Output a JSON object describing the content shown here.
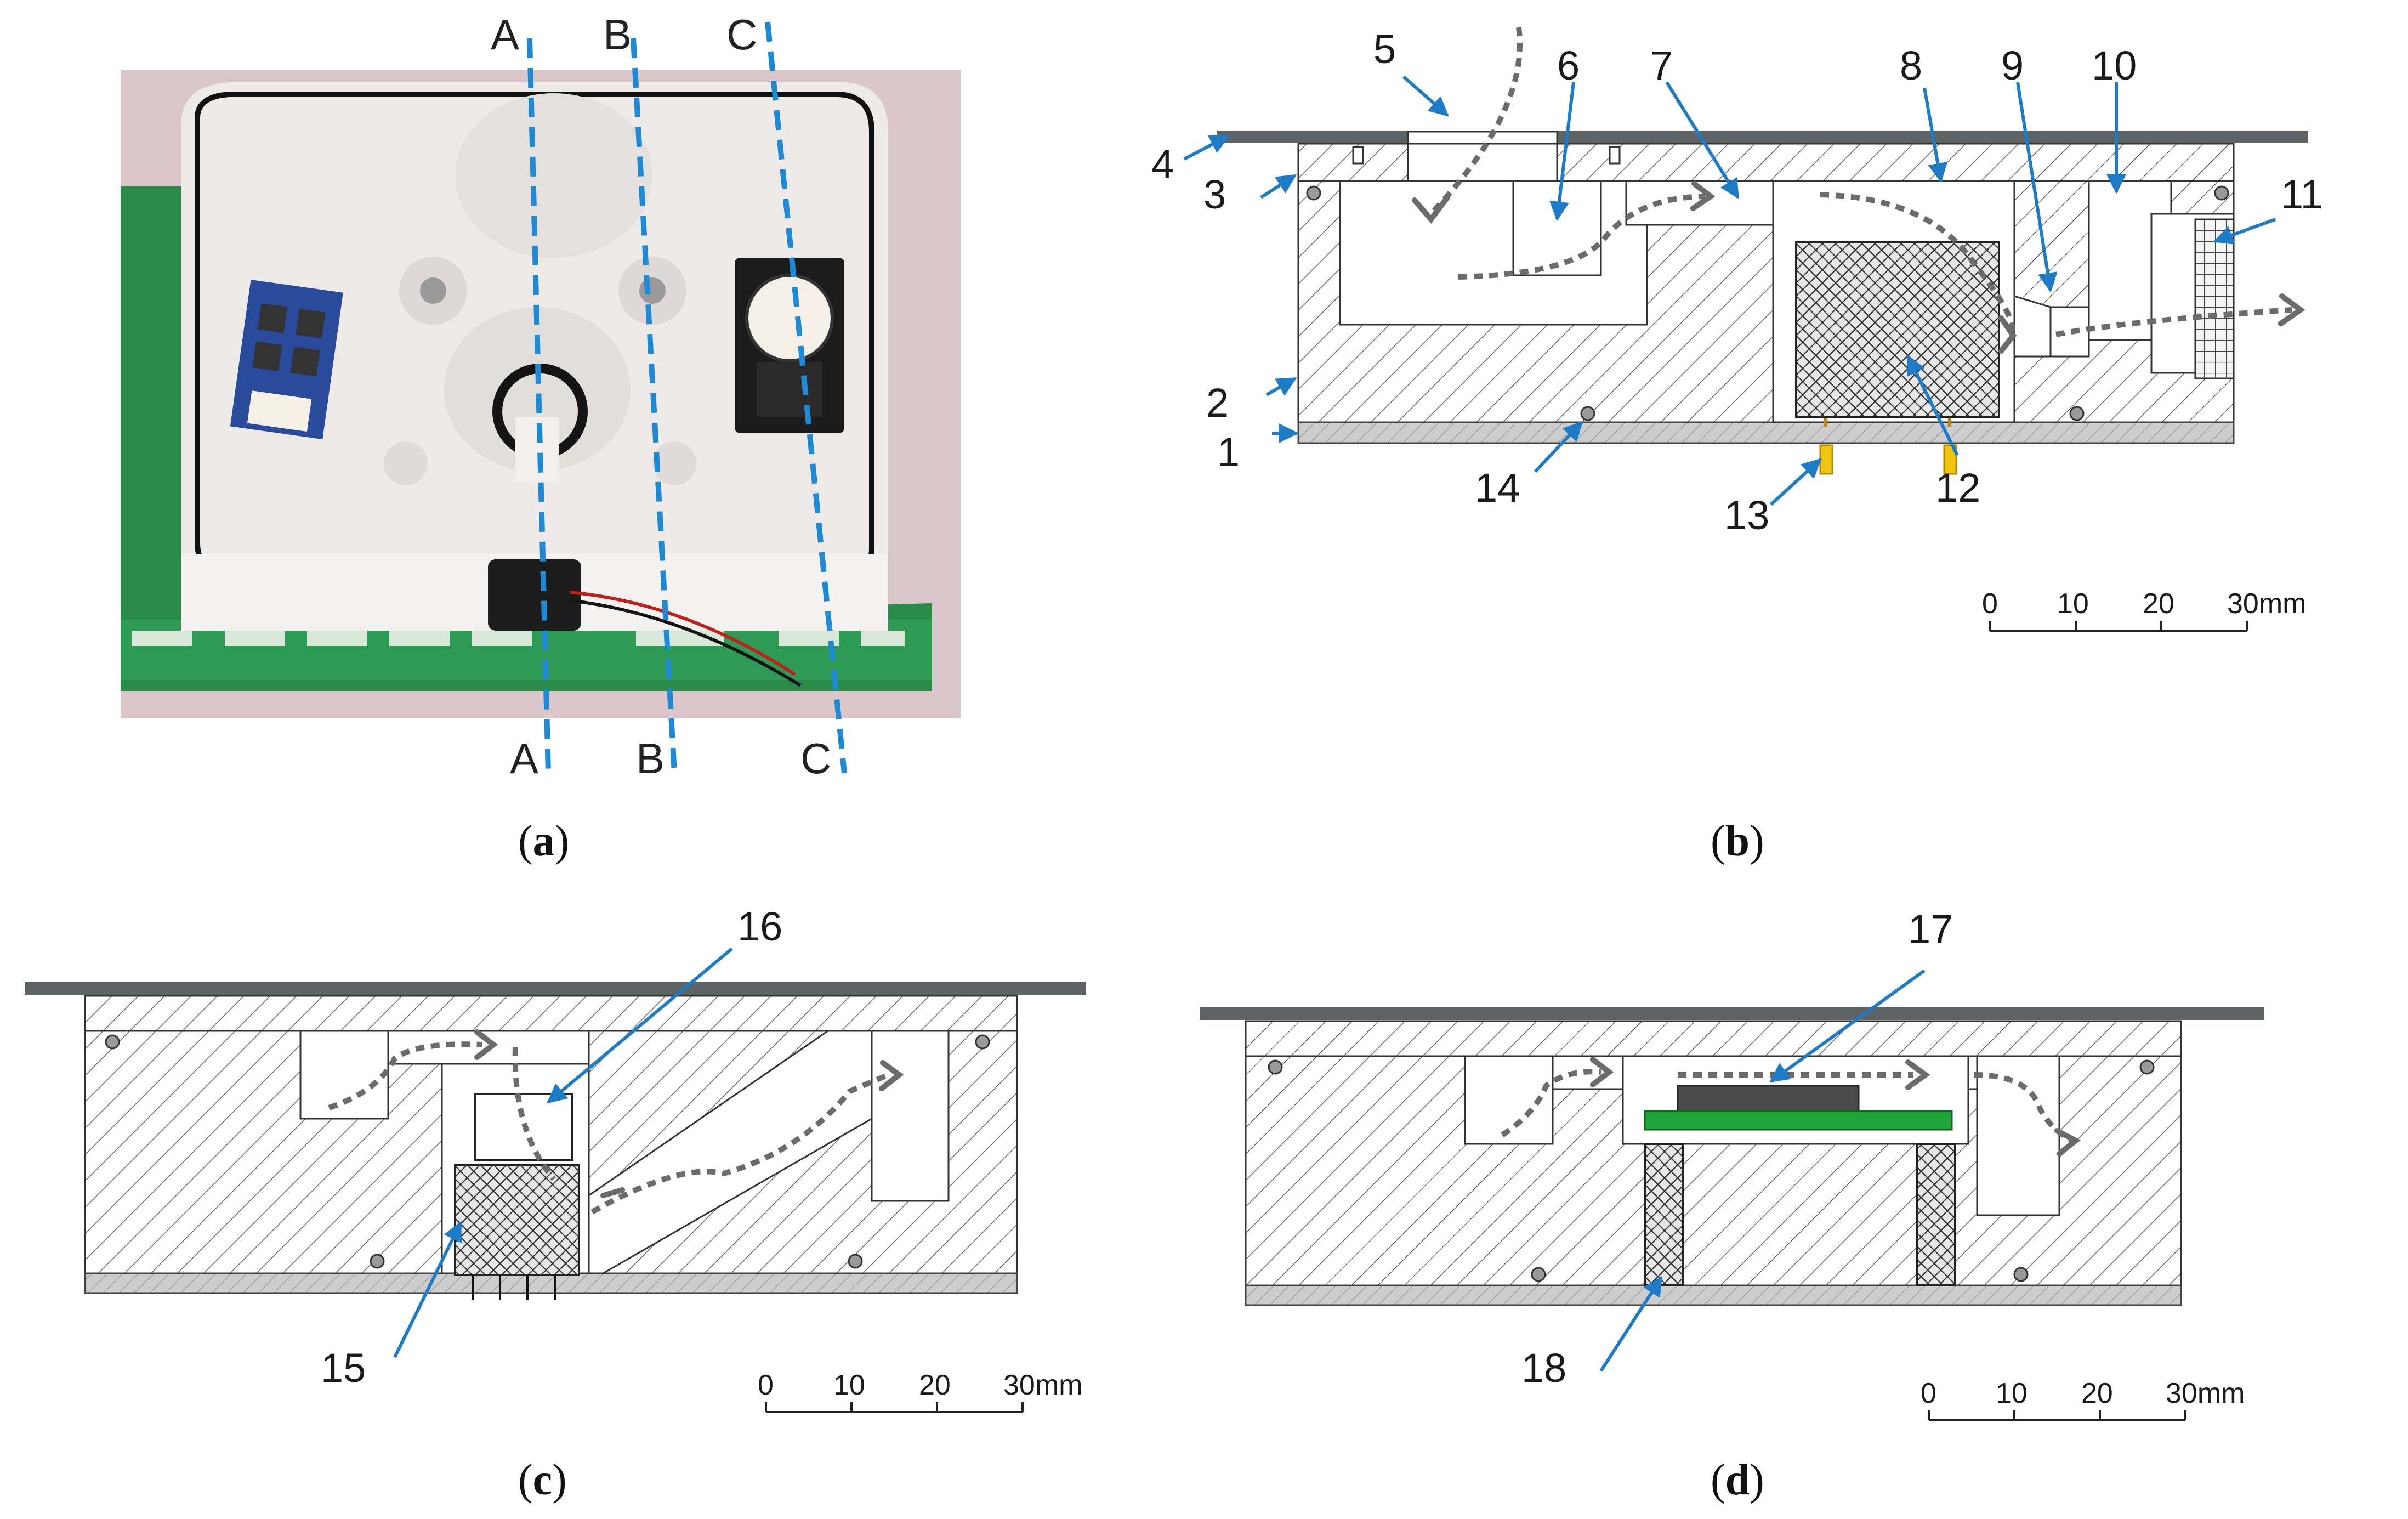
{
  "panels": {
    "a": {
      "open": "(",
      "letter": "a",
      "close": ")"
    },
    "b": {
      "open": "(",
      "letter": "b",
      "close": ")"
    },
    "c": {
      "open": "(",
      "letter": "c",
      "close": ")"
    },
    "d": {
      "open": "(",
      "letter": "d",
      "close": ")"
    }
  },
  "section_lines": {
    "A_top": "A",
    "B_top": "B",
    "C_top": "C",
    "A_bottom": "A",
    "B_bottom": "B",
    "C_bottom": "C"
  },
  "callouts": {
    "n1": "1",
    "n2": "2",
    "n3": "3",
    "n4": "4",
    "n5": "5",
    "n6": "6",
    "n7": "7",
    "n8": "8",
    "n9": "9",
    "n10": "10",
    "n11": "11",
    "n12": "12",
    "n13": "13",
    "n14": "14",
    "n15": "15",
    "n16": "16",
    "n17": "17",
    "n18": "18"
  },
  "scale_bar": {
    "t0": "0",
    "t10": "10",
    "t20": "20",
    "t30": "30mm"
  },
  "colors": {
    "callout_arrow": "#1e7bc6",
    "section_line": "#1e8ad6",
    "airflow": "#6b6b6b",
    "housing_hatch": "#555555",
    "plate": "#5e6466",
    "base_plate": "#c9c9c9",
    "pcb": "#1fa53a",
    "pin": "#f1c40f"
  }
}
